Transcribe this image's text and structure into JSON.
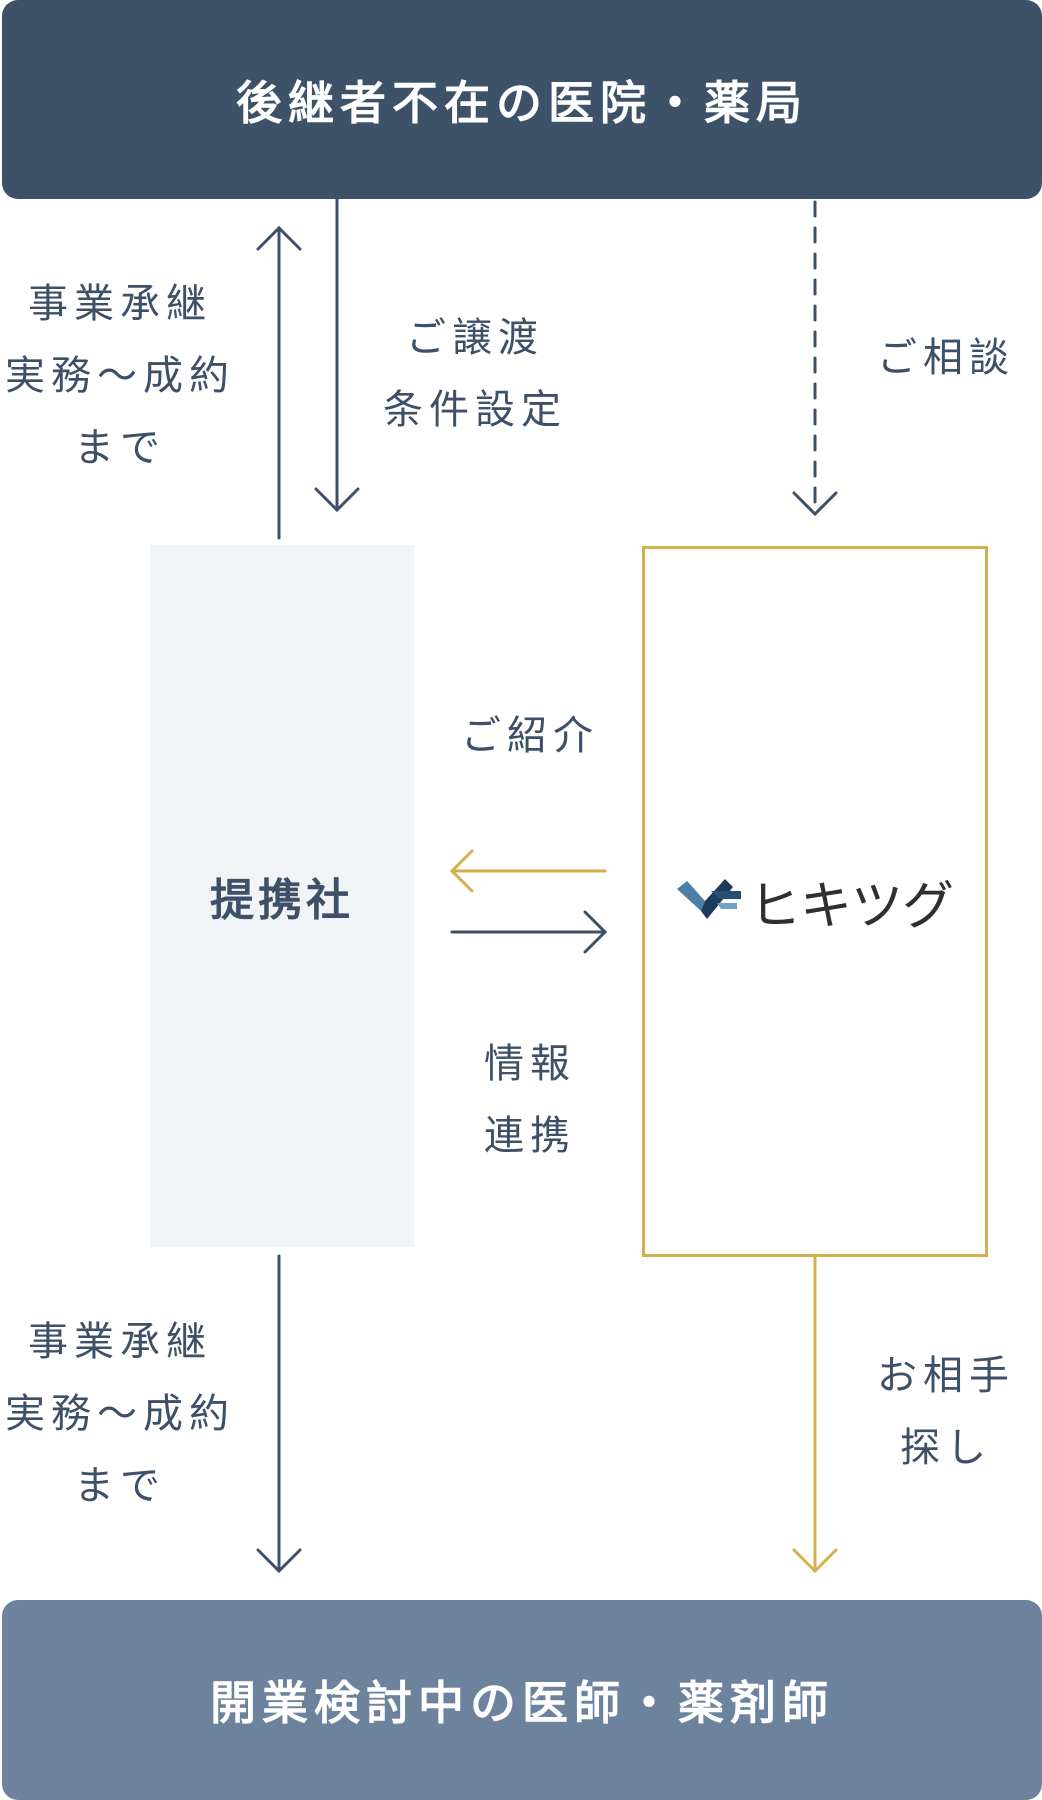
{
  "colors": {
    "navy": "#3d5169",
    "slate": "#6d839d",
    "gold": "#d3b04d",
    "line": "#3d5068",
    "partner_bg": "#f0f4f7"
  },
  "top_box": {
    "label": "後継者不在の医院・薬局"
  },
  "bottom_box": {
    "label": "開業検討中の医師・薬剤師"
  },
  "partner_box": {
    "label": "提携社"
  },
  "hikitsugu_box": {
    "logo_text": "ヒキツグ",
    "logo_icon": "hikitsugu-check-logo"
  },
  "labels": {
    "upper_left": [
      "事業承継",
      "実務～成約",
      "まで"
    ],
    "upper_middle": [
      "ご譲渡",
      "条件設定"
    ],
    "upper_right": [
      "ご相談"
    ],
    "middle_top": [
      "ご紹介"
    ],
    "middle_bottom": [
      "情報",
      "連携"
    ],
    "lower_left": [
      "事業承継",
      "実務～成約",
      "まで"
    ],
    "lower_right": [
      "お相手",
      "探し"
    ]
  }
}
